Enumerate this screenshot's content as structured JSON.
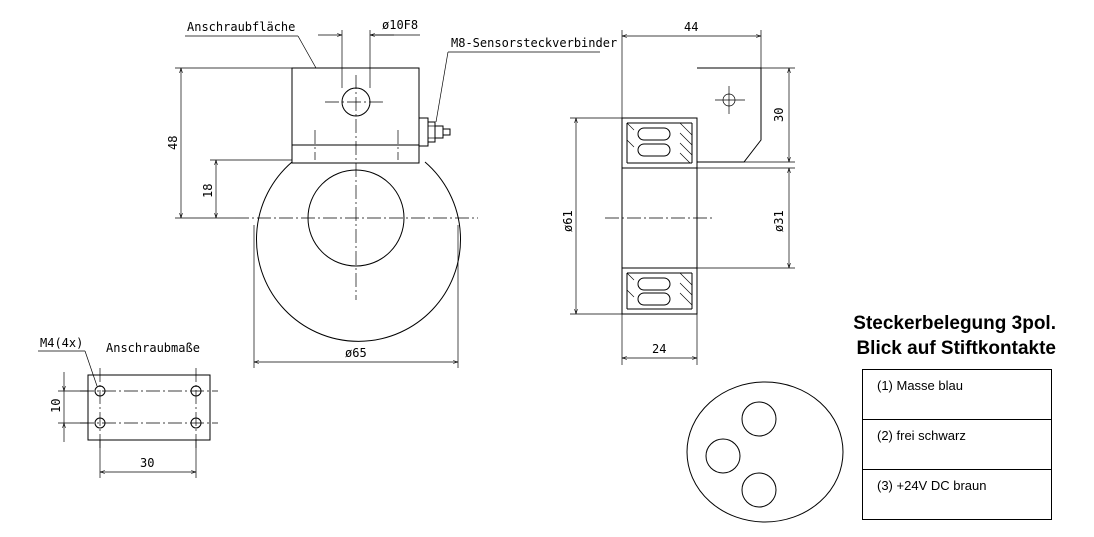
{
  "front_view": {
    "label_mounting_surface": "Anschraubfläche",
    "label_bore": "ø10F8",
    "label_connector": "M8-Sensorsteckverbinder",
    "dim_height": "48",
    "dim_center": "18",
    "dim_outer_diameter": "ø65"
  },
  "side_view": {
    "dim_width": "44",
    "dim_bracket": "30",
    "dim_outer": "ø61",
    "dim_inner": "ø31",
    "dim_ring": "24"
  },
  "mounting_detail": {
    "label_thread": "M4(4x)",
    "label_title": "Anschraubmaße",
    "dim_vertical": "10",
    "dim_horizontal": "30"
  },
  "pin_assignment": {
    "title_line1": "Steckerbelegung 3pol.",
    "title_line2": "Blick auf Stiftkontakte",
    "pins": [
      {
        "label": "(1) Masse blau"
      },
      {
        "label": "(2) frei schwarz"
      },
      {
        "label": "(3) +24V DC braun"
      }
    ]
  }
}
